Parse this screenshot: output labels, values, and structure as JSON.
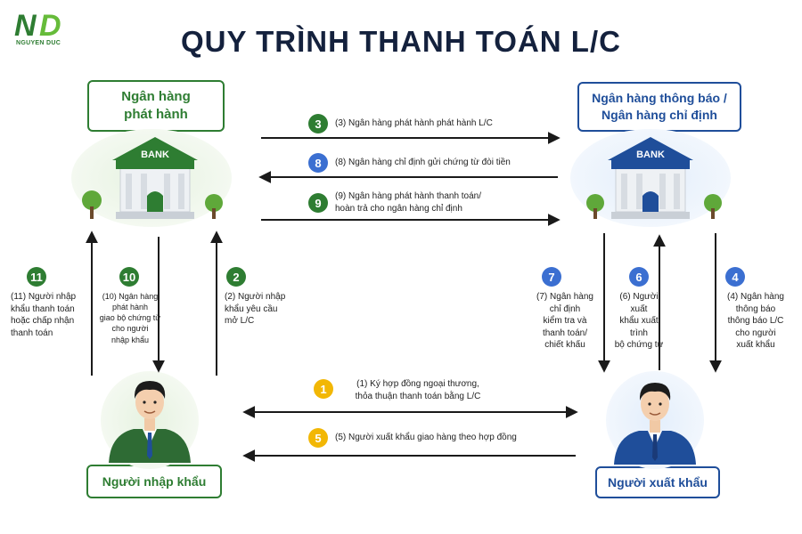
{
  "logo": {
    "mark": "ND",
    "text": "NGUYEN DUC"
  },
  "title": "QUY TRÌNH THANH TOÁN L/C",
  "nodes": {
    "issuing_bank": "Ngân hàng\nphát hành",
    "advising_bank": "Ngân hàng thông báo /\nNgân hàng chỉ định",
    "importer": "Người nhập khẩu",
    "exporter": "Người xuất khẩu",
    "bank_sign": "BANK"
  },
  "steps": {
    "s1": {
      "num": "1",
      "text": "(1) Ký hợp đồng ngoại thương,\nthỏa thuận thanh toán bằng L/C"
    },
    "s2": {
      "num": "2",
      "text": "(2) Người nhập\nkhẩu yêu cầu\nmở L/C"
    },
    "s3": {
      "num": "3",
      "text": "(3) Ngân hàng phát hành phát hành L/C"
    },
    "s4": {
      "num": "4",
      "text": "(4) Ngân hàng\nthông báo\nthông báo L/C\ncho người\nxuất khẩu"
    },
    "s5": {
      "num": "5",
      "text": "(5) Người xuất khẩu giao hàng theo hợp đồng"
    },
    "s6": {
      "num": "6",
      "text": "(6) Người xuất\nkhẩu xuất trình\nbộ chứng từ"
    },
    "s7": {
      "num": "7",
      "text": "(7) Ngân hàng\nchỉ định\nkiểm tra và\nthanh toán/\nchiết khấu"
    },
    "s8": {
      "num": "8",
      "text": "(8) Ngân hàng chỉ định gửi chứng từ đòi tiền"
    },
    "s9": {
      "num": "9",
      "text": "(9) Ngân hàng phát hành thanh toán/\nhoàn trả cho ngân hàng chỉ định"
    },
    "s10": {
      "num": "10",
      "text": "(10) Ngân hàng\nphát hành\ngiao bộ chứng từ\ncho người\nnhập khẩu"
    },
    "s11": {
      "num": "11",
      "text": "(11) Người nhập\nkhẩu thanh toán\nhoặc chấp nhận\nthanh toán"
    }
  },
  "colors": {
    "green": "#2e7d32",
    "blue": "#1f4e9a",
    "badge_blue": "#3b6fd1",
    "badge_yellow": "#f2b705",
    "navy_title": "#14213d"
  }
}
